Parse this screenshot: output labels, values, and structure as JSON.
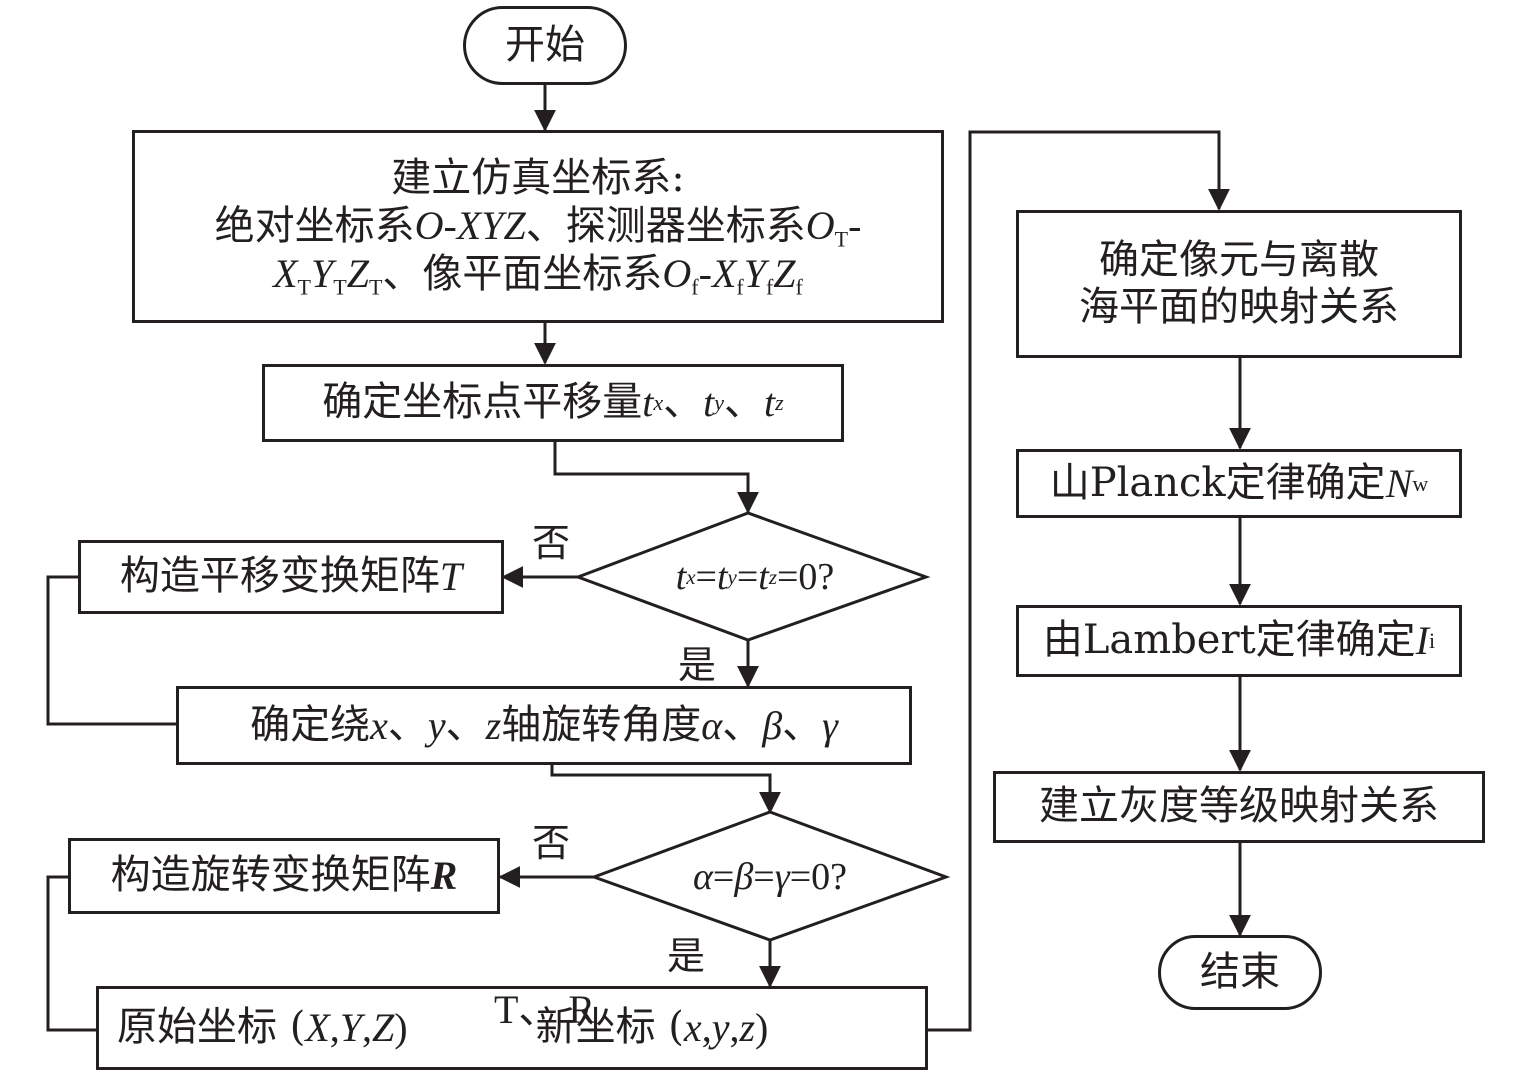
{
  "nodes": {
    "start": "开始",
    "build_coords_title": "建立仿真坐标系:",
    "build_coords_line2": "绝对坐标系",
    "abs_sys": "O-XYZ",
    "sep1": "、探测器坐标系",
    "det_O": "O",
    "det_O_sub": "T",
    "dash": "-",
    "det_X": "X",
    "det_X_sub": "T",
    "det_Y": "Y",
    "det_Y_sub": "T",
    "det_Z": "Z",
    "det_Z_sub": "T",
    "sep2": "、像平面坐标系",
    "img_O": "O",
    "img_O_sub": "f",
    "img_dash": "-",
    "img_X": "X",
    "img_X_sub": "f",
    "img_Y": "Y",
    "img_Y_sub": "f",
    "img_Z": "Z",
    "img_Z_sub": "f",
    "translation_prefix": "确定坐标点平移量",
    "t": "t",
    "x": "x",
    "y": "y",
    "z": "z",
    "comma_dun": "、",
    "decision1_eq": "=",
    "decision1_zero": "0?",
    "make_T_prefix": "构造平移变换矩阵",
    "make_T_sym": "T",
    "rotation_prefix": "确定绕",
    "rotation_mid": "轴旋转角度",
    "alpha": "α",
    "beta": "β",
    "gamma": "γ",
    "make_R_prefix": "构造旋转变换矩阵",
    "make_R_sym": "R",
    "orig_prefix": "原始坐标 (",
    "X": "X",
    "Y": "Y",
    "Z": "Z",
    "comma_sp": ", ",
    "close_paren": ")",
    "arrow_label": "T、 R",
    "new_prefix": "新坐标 (",
    "pixel_map_line1": "确定像元与离散",
    "pixel_map_line2": "海平面的映射关系",
    "planck_prefix": "山Planck定律确定",
    "N": "N",
    "N_sub": "w",
    "lambert_prefix": "由Lambert定律确定",
    "I": "I",
    "I_sub": "i",
    "gray_map": "建立灰度等级映射关系",
    "end": "结束"
  },
  "labels": {
    "no": "否",
    "yes": "是"
  }
}
